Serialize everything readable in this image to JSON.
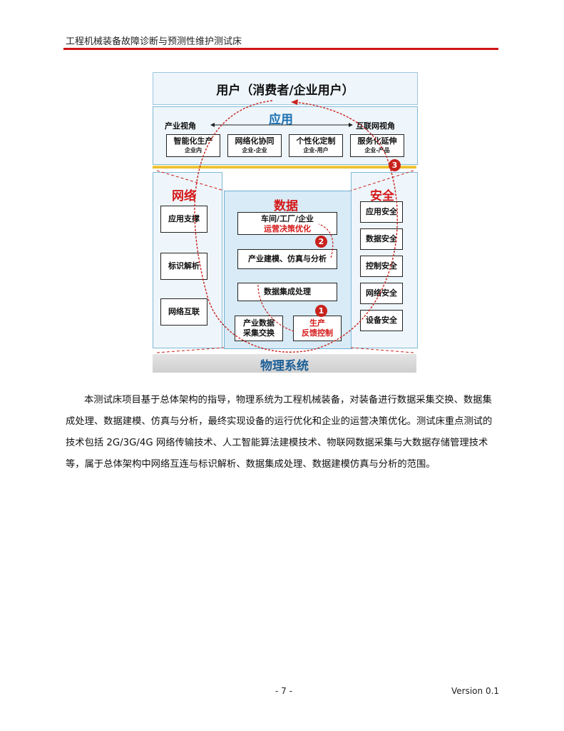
{
  "header": {
    "title": "工程机械装备故障诊断与预测性维护测试床"
  },
  "figure": {
    "user_layer": "用户（消费者/企业用户）",
    "app_layer": {
      "title": "应用",
      "left_view": "产业视角",
      "right_view": "互联网视角",
      "items": [
        {
          "label": "智能化生产",
          "sub": "企业内"
        },
        {
          "label": "网络化协同",
          "sub": "企业-企业"
        },
        {
          "label": "个性化定制",
          "sub": "企业-用户"
        },
        {
          "label": "服务化延伸",
          "sub": "企业-产品"
        }
      ]
    },
    "network": {
      "title": "网络",
      "items": [
        "应用支撑",
        "标识解析",
        "网络互联"
      ]
    },
    "data": {
      "title": "数据",
      "top_label": "车间/工厂/企业",
      "top_red": "运营决策优化",
      "modeling": "产业建模、仿真与分析",
      "integration": "数据集成处理",
      "collect_line1": "产业数据",
      "collect_line2": "采集交换",
      "control_line1": "生产",
      "control_line2": "反馈控制"
    },
    "security": {
      "title": "安全",
      "items": [
        "应用安全",
        "数据安全",
        "控制安全",
        "网络安全",
        "设备安全"
      ]
    },
    "physical": "物理系统",
    "badges": [
      "1",
      "2",
      "3"
    ]
  },
  "body": {
    "paragraph": "本测试床项目基于总体架构的指导，物理系统为工程机械装备，对装备进行数据采集交换、数据集成处理、数据建模、仿真与分析，最终实现设备的运行优化和企业的运营决策优化。测试床重点测试的技术包括 2G/3G/4G 网络传输技术、人工智能算法建模技术、物联网数据采集与大数据存储管理技术等，属于总体架构中网络互连与标识解析、数据集成处理、数据建模仿真与分析的范围。"
  },
  "footer": {
    "page": "- 7 -",
    "version": "Version 0.1"
  },
  "colors": {
    "rule": "#d21414",
    "accent_red": "#d51919",
    "panel_blue": "#7fb9d6"
  }
}
